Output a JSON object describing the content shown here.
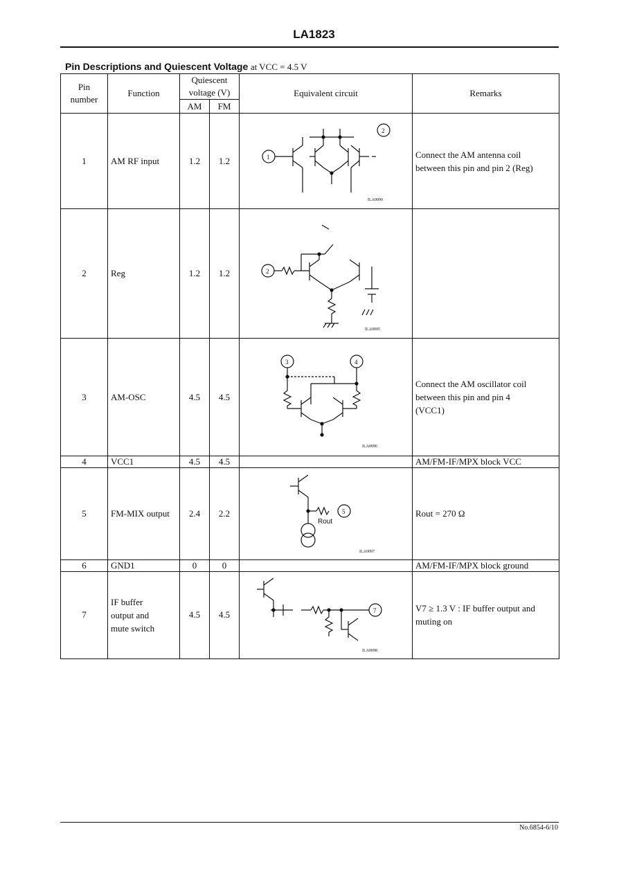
{
  "document": {
    "title": "LA1823",
    "section_title": "Pin Descriptions and Quiescent Voltage",
    "section_condition": "at VCC = 4.5 V",
    "page_number": "No.6854-6/10"
  },
  "table": {
    "headers": {
      "pin_number": "Pin number",
      "function": "Function",
      "quiescent_voltage": "Quiescent voltage (V)",
      "am": "AM",
      "fm": "FM",
      "equivalent_circuit": "Equivalent circuit",
      "remarks": "Remarks"
    },
    "rows": [
      {
        "pin": "1",
        "function": "AM RF input",
        "am": "1.2",
        "fm": "1.2",
        "circuit_tag": "ILA0090",
        "remark_lines": [
          "Connect the AM antenna coil",
          "between this pin and pin 2 (Reg)"
        ]
      },
      {
        "pin": "2",
        "function": "Reg",
        "am": "1.2",
        "fm": "1.2",
        "circuit_tag": "ILA0095",
        "remark_lines": []
      },
      {
        "pin": "3",
        "function": "AM-OSC",
        "am": "4.5",
        "fm": "4.5",
        "circuit_tag": "ILA0096",
        "remark_lines": [
          "Connect the AM oscillator coil",
          "between this pin and pin 4",
          "(VCC1)"
        ]
      },
      {
        "pin": "4",
        "function": "VCC1",
        "am": "4.5",
        "fm": "4.5",
        "remark_lines": [
          "AM/FM-IF/MPX block VCC"
        ]
      },
      {
        "pin": "5",
        "function": "FM-MIX output",
        "am": "2.4",
        "fm": "2.2",
        "circuit_tag": "ILA0097",
        "circuit_label": "Rout",
        "remark_lines": [
          "Rout = 270 Ω"
        ]
      },
      {
        "pin": "6",
        "function": "GND1",
        "am": "0",
        "fm": "0",
        "remark_lines": [
          "AM/FM-IF/MPX block ground"
        ]
      },
      {
        "pin": "7",
        "function_lines": [
          "IF buffer",
          "output and",
          "mute switch"
        ],
        "am": "4.5",
        "fm": "4.5",
        "circuit_tag": "ILA0098",
        "remark_lines": [
          "V7 ≥ 1.3 V : IF buffer output and",
          "muting on"
        ]
      }
    ]
  }
}
